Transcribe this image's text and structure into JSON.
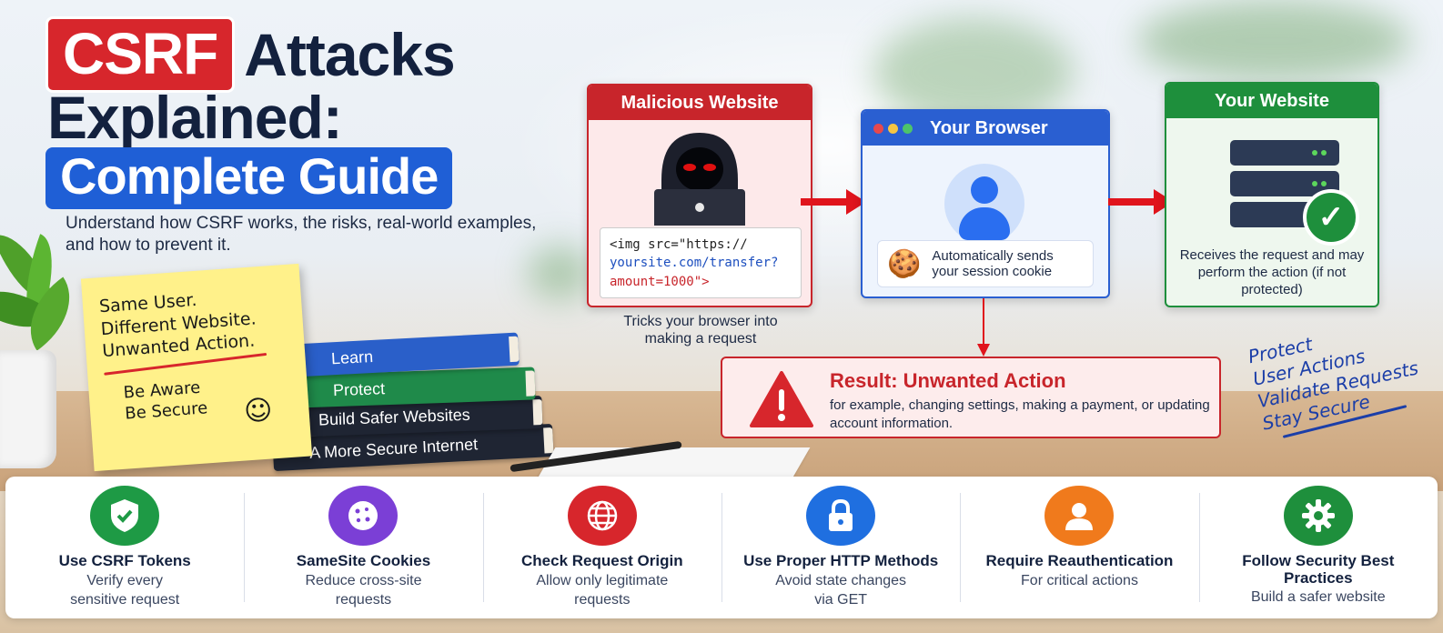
{
  "title": {
    "highlight": "CSRF",
    "line1_rest": "Attacks",
    "line2": "Explained:",
    "line3": "Complete Guide",
    "subtitle": "Understand how CSRF works, the risks, real-world examples, and how to prevent it."
  },
  "sticky_note": {
    "line1": "Same User.",
    "line2": "Different Website.",
    "line3": "Unwanted Action.",
    "line4": "Be Aware",
    "line5": "Be Secure",
    "smiley": "☺"
  },
  "books": [
    {
      "label": "Learn",
      "color": "#2a5fc9"
    },
    {
      "label": "Protect",
      "color": "#1f8a4a"
    },
    {
      "label": "Build Safer Websites",
      "color": "#1f2533"
    },
    {
      "label": "A More Secure Internet",
      "color": "#1f2533"
    }
  ],
  "flow": {
    "malicious": {
      "title": "Malicious Website",
      "code_line1": "<img src=\"https://",
      "code_line2": "yoursite.com/transfer?",
      "code_line3": "amount=1000\">",
      "caption": "Tricks your browser into making a request"
    },
    "browser": {
      "title": "Your Browser",
      "cookie_text": "Automatically sends your session cookie",
      "cookie_icon": "🍪"
    },
    "website": {
      "title": "Your Website",
      "description": "Receives the request and may perform the action (if not protected)",
      "check_icon": "✓"
    },
    "result": {
      "title": "Result: Unwanted Action",
      "description": "for example, changing settings, making a payment, or updating account information."
    }
  },
  "handwritten": {
    "line1": "Protect",
    "line2": "User Actions",
    "line3": "Validate Requests",
    "line4": "Stay Secure"
  },
  "tips": [
    {
      "title": "Use CSRF Tokens",
      "desc1": "Verify every",
      "desc2": "sensitive request",
      "color": "#1e9a45",
      "icon": "shield-check-icon"
    },
    {
      "title": "SameSite Cookies",
      "desc1": "Reduce cross-site",
      "desc2": "requests",
      "color": "#7b3fd6",
      "icon": "cookie-icon"
    },
    {
      "title": "Check Request Origin",
      "desc1": "Allow only legitimate",
      "desc2": "requests",
      "color": "#d7262c",
      "icon": "globe-icon"
    },
    {
      "title": "Use Proper HTTP Methods",
      "desc1": "Avoid state changes",
      "desc2": "via GET",
      "color": "#1f6fe0",
      "icon": "lock-icon"
    },
    {
      "title": "Require Reauthentication",
      "desc1": "For critical actions",
      "desc2": "",
      "color": "#f07a1c",
      "icon": "user-icon"
    },
    {
      "title": "Follow Security Best Practices",
      "desc1": "Build a safer website",
      "desc2": "",
      "color": "#1e8f3c",
      "icon": "gear-icon"
    }
  ]
}
